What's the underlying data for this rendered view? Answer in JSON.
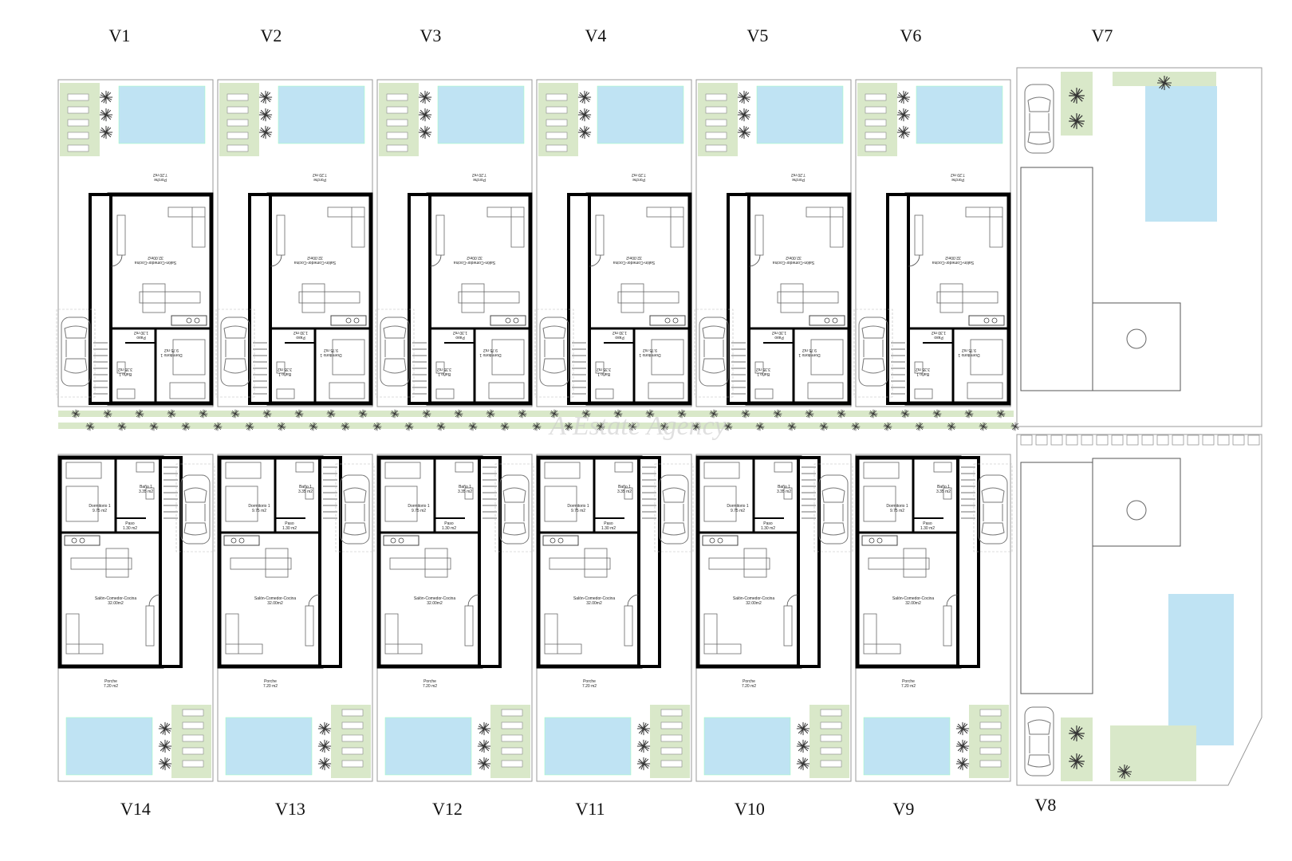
{
  "colors": {
    "pool": "#bfe3f3",
    "lawn": "#d9e8c9",
    "wall": "#000000",
    "line": "#9a9a9a",
    "plant": "#3a3a3a"
  },
  "top_row": [
    {
      "label": "V1",
      "porch_area": "7.20 m2"
    },
    {
      "label": "V2",
      "porch_area": "7.20 m2"
    },
    {
      "label": "V3",
      "porch_area": "7.20 m2"
    },
    {
      "label": "V4",
      "porch_area": "7.20 m2"
    },
    {
      "label": "V5",
      "porch_area": "7.20 m2"
    },
    {
      "label": "V6",
      "porch_area": "7.20 m2"
    }
  ],
  "bottom_row": [
    {
      "label": "V14",
      "porch_area": "7.20 m2"
    },
    {
      "label": "V13",
      "porch_area": "7.20 m2"
    },
    {
      "label": "V12",
      "porch_area": "7.20 m2"
    },
    {
      "label": "V11",
      "porch_area": "7.20 m2"
    },
    {
      "label": "V10",
      "porch_area": "7.20 m2"
    },
    {
      "label": "V9",
      "porch_area": "7.20 m2"
    }
  ],
  "corner_labels": {
    "top": "V7",
    "bottom": "V8"
  },
  "rooms": {
    "living": "Salón-Comedor-Cocina",
    "living_area": "32.00m2",
    "bedroom": "Dormitorio 1",
    "bedroom_area": "9.75 m2",
    "bath": "Baño 1",
    "bath_area": "3.35 m2",
    "hall": "Paso",
    "hall_area": "1.30 m2",
    "porch": "Porche"
  },
  "watermark": "A Estate Agency"
}
